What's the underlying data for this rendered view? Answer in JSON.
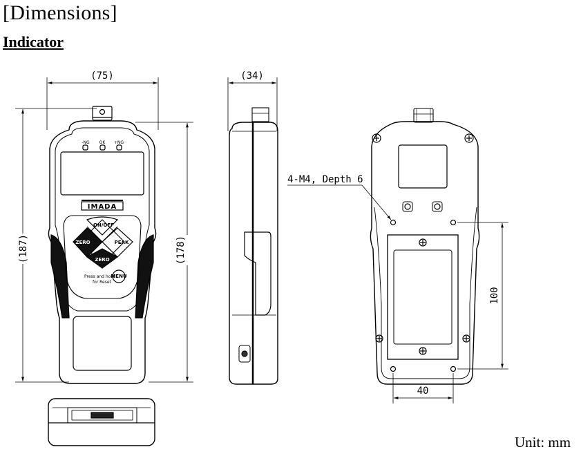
{
  "header": {
    "title": "[Dimensions]",
    "subtitle": "Indicator"
  },
  "front_view": {
    "width_label": "(75)",
    "height_label": "(187)",
    "body_height_label": "(178)",
    "led_labels": [
      "-NG",
      "OK",
      "+NG"
    ],
    "brand": "IMADA",
    "buttons": {
      "on_off": "ON/OFF",
      "zero": "ZERO",
      "peak": "PEAK",
      "zero2": "ZERO",
      "menu": "MENU"
    },
    "hint_text": [
      "Press and hold",
      "for Reset"
    ]
  },
  "side_view": {
    "depth_label": "(34)"
  },
  "rear_view": {
    "thread_label": "4-M4, Depth 6",
    "spacing_vertical_label": "100",
    "spacing_horizontal_label": "40"
  },
  "footer": {
    "unit": "Unit: mm"
  }
}
